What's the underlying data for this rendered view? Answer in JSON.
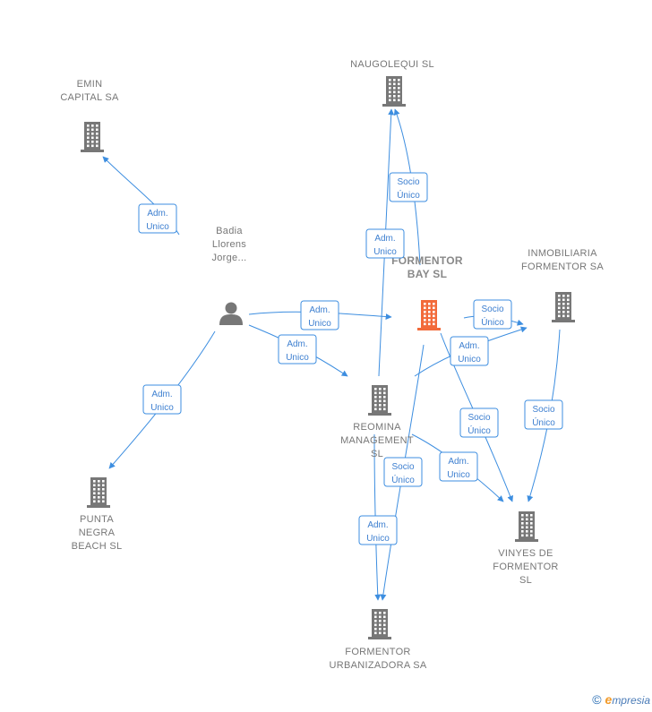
{
  "nodes": [
    {
      "id": "naugolequi",
      "type": "company",
      "lines": [
        "NAUGOLEQUI SL"
      ]
    },
    {
      "id": "emin",
      "type": "company",
      "lines": [
        "EMIN",
        "CAPITAL SA"
      ]
    },
    {
      "id": "badia",
      "type": "person",
      "lines": [
        "Badia",
        "Llorens",
        "Jorge..."
      ]
    },
    {
      "id": "formentor_bay",
      "type": "company-main",
      "lines": [
        "FORMENTOR",
        "BAY  SL"
      ]
    },
    {
      "id": "inmobiliaria",
      "type": "company",
      "lines": [
        "INMOBILIARIA",
        "FORMENTOR SA"
      ]
    },
    {
      "id": "reomina",
      "type": "company",
      "lines": [
        "REOMINA",
        "MANAGEMENT",
        "SL"
      ]
    },
    {
      "id": "punta_negra",
      "type": "company",
      "lines": [
        "PUNTA",
        "NEGRA",
        "BEACH  SL"
      ]
    },
    {
      "id": "vinyes",
      "type": "company",
      "lines": [
        "VINYES DE",
        "FORMENTOR",
        "SL"
      ]
    },
    {
      "id": "urbanizadora",
      "type": "company",
      "lines": [
        "FORMENTOR",
        "URBANIZADORA SA"
      ]
    }
  ],
  "edges": [
    {
      "label": [
        "Adm.",
        "Unico"
      ]
    },
    {
      "label": [
        "Adm.",
        "Unico"
      ]
    },
    {
      "label": [
        "Adm.",
        "Unico"
      ]
    },
    {
      "label": [
        "Adm.",
        "Unico"
      ]
    },
    {
      "label": [
        "Socio",
        "Único"
      ]
    },
    {
      "label": [
        "Adm.",
        "Unico"
      ]
    },
    {
      "label": [
        "Socio",
        "Único"
      ]
    },
    {
      "label": [
        "Adm.",
        "Unico"
      ]
    },
    {
      "label": [
        "Socio",
        "Único"
      ]
    },
    {
      "label": [
        "Socio",
        "Único"
      ]
    },
    {
      "label": [
        "Adm.",
        "Unico"
      ]
    },
    {
      "label": [
        "Socio",
        "Único"
      ]
    },
    {
      "label": [
        "Adm.",
        "Unico"
      ]
    }
  ],
  "colors": {
    "edge": "#3d8ee0",
    "company_icon": "#777777",
    "main_icon": "#f26a3a",
    "person_icon": "#777777"
  },
  "footer": {
    "copyright_symbol": "©",
    "brand_initial": "e",
    "brand_rest": "mpresia"
  }
}
